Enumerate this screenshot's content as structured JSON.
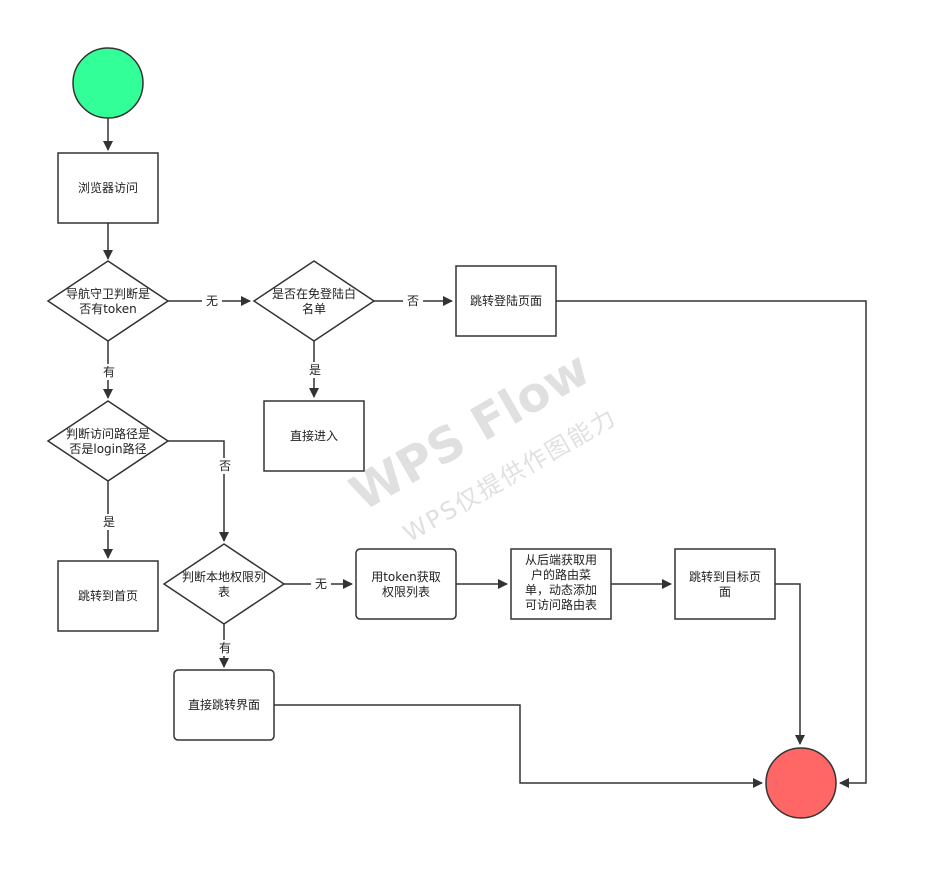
{
  "colors": {
    "start": "#33ff99",
    "end": "#ff6666",
    "stroke": "#333333",
    "watermark": "#c8c8c8"
  },
  "nodes": {
    "browser": "浏览器访问",
    "has_token_1": "导航守卫判断是",
    "has_token_2": "否有token",
    "whitelist_1": "是否在免登陆白",
    "whitelist_2": "名单",
    "goto_login": "跳转登陆页面",
    "direct_enter": "直接进入",
    "is_login_1": "判断访问路径是",
    "is_login_2": "否是login路径",
    "goto_home": "跳转到首页",
    "local_perm_1": "判断本地权限列",
    "local_perm_2": "表",
    "get_perm_1": "用token获取",
    "get_perm_2": "权限列表",
    "backend_1": "从后端获取用",
    "backend_2": "户的路由菜",
    "backend_3": "单，动态添加",
    "backend_4": "可访问路由表",
    "goto_target_1": "跳转到目标页",
    "goto_target_2": "面",
    "direct_jump": "直接跳转界面"
  },
  "edge_labels": {
    "no_token": "无",
    "not_in_whitelist": "否",
    "in_whitelist": "是",
    "has_token": "有",
    "is_login": "是",
    "not_login": "否",
    "no_local_perm": "无",
    "has_local_perm": "有"
  },
  "watermark": {
    "main": "WPS Flow",
    "sub": "WPS仅提供作图能力"
  }
}
